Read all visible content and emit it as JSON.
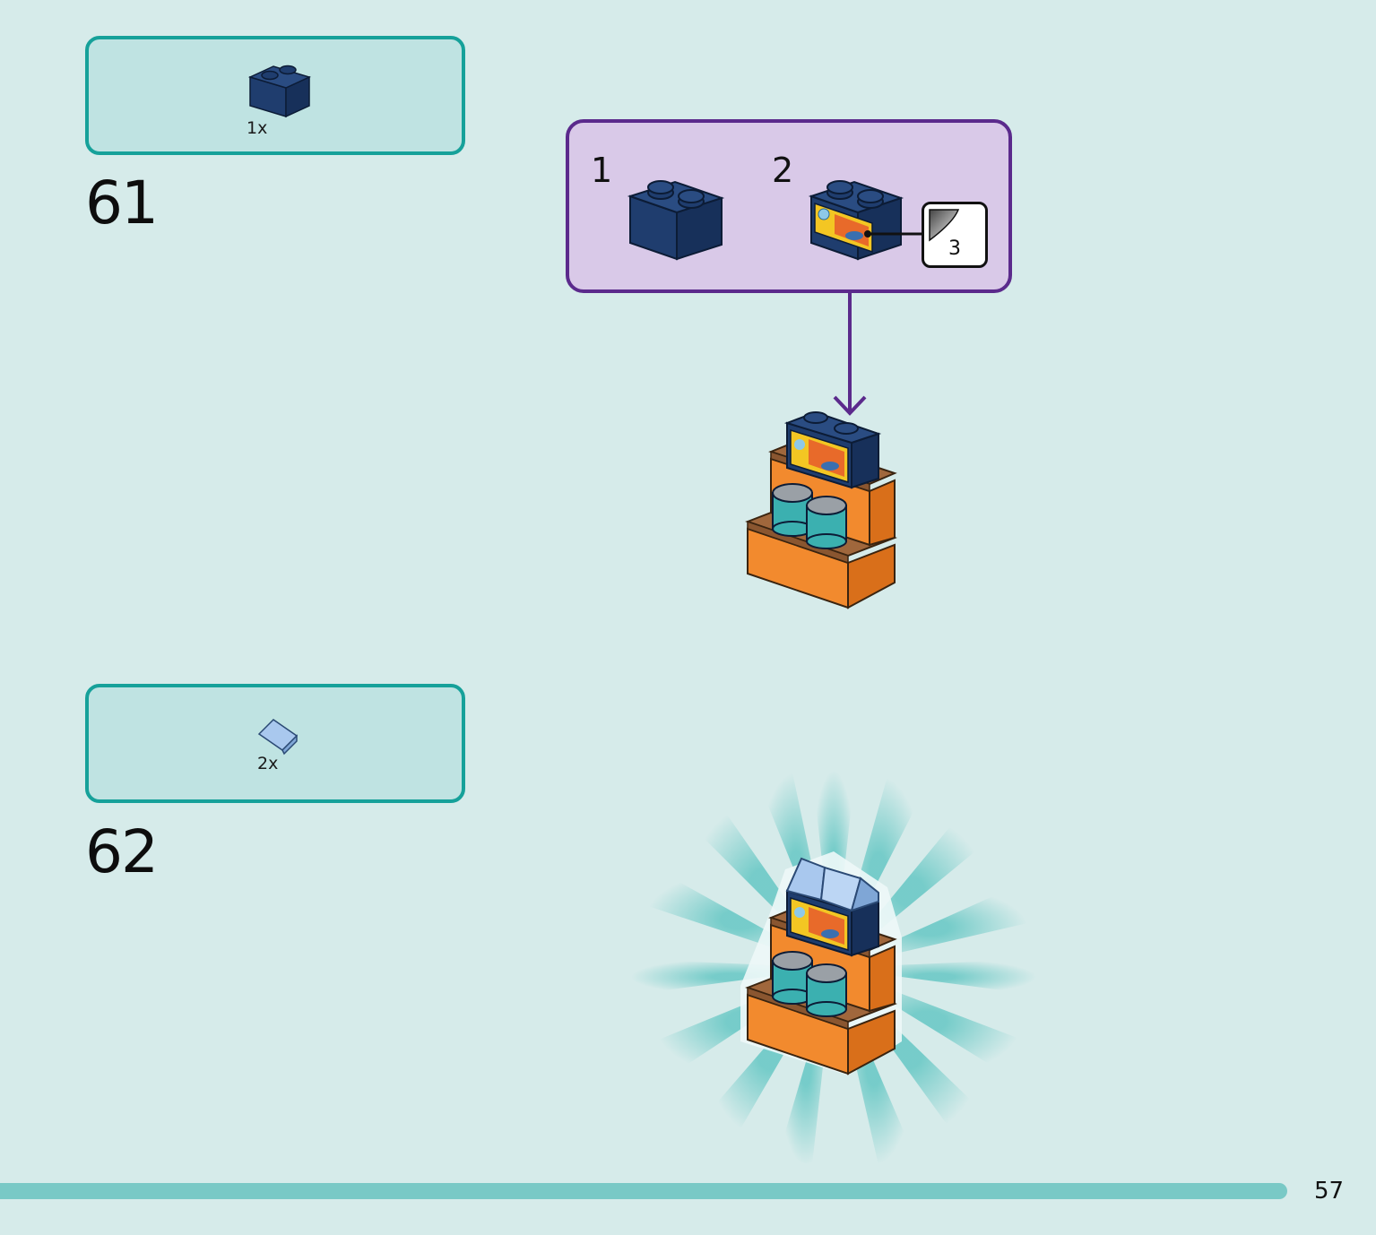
{
  "steps": [
    {
      "number": "61",
      "parts": [
        {
          "quantity": "1x",
          "part": "dark-blue-brick-1x2-icon"
        }
      ]
    },
    {
      "number": "62",
      "parts": [
        {
          "quantity": "2x",
          "part": "light-blue-slope-icon"
        }
      ]
    }
  ],
  "substeps": [
    {
      "number": "1"
    },
    {
      "number": "2",
      "sticker": "3"
    }
  ],
  "page_number": "57",
  "colors": {
    "background": "#d6ebea",
    "parts_box_fill": "#bfe3e2",
    "parts_box_border": "#16a19a",
    "substep_fill": "#d9c9e8",
    "substep_border": "#5b2a8c",
    "brick_dark_blue": "#1f3d6e",
    "brick_orange": "#f28a2e",
    "brick_brown": "#a0673c",
    "slope_light_blue": "#a9c8ee",
    "bottom_bar": "#79c9c6"
  }
}
